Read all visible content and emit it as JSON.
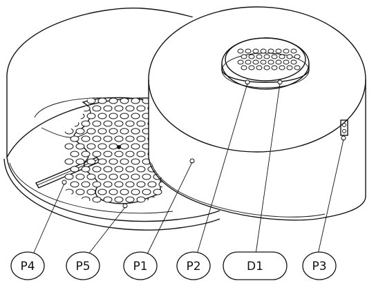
{
  "diagram": {
    "callouts": [
      {
        "id": "p4",
        "label": "P4"
      },
      {
        "id": "p5",
        "label": "P5"
      },
      {
        "id": "p1",
        "label": "P1"
      },
      {
        "id": "p2",
        "label": "P2"
      },
      {
        "id": "d1",
        "label": "D1"
      },
      {
        "id": "p3",
        "label": "P3"
      }
    ]
  }
}
